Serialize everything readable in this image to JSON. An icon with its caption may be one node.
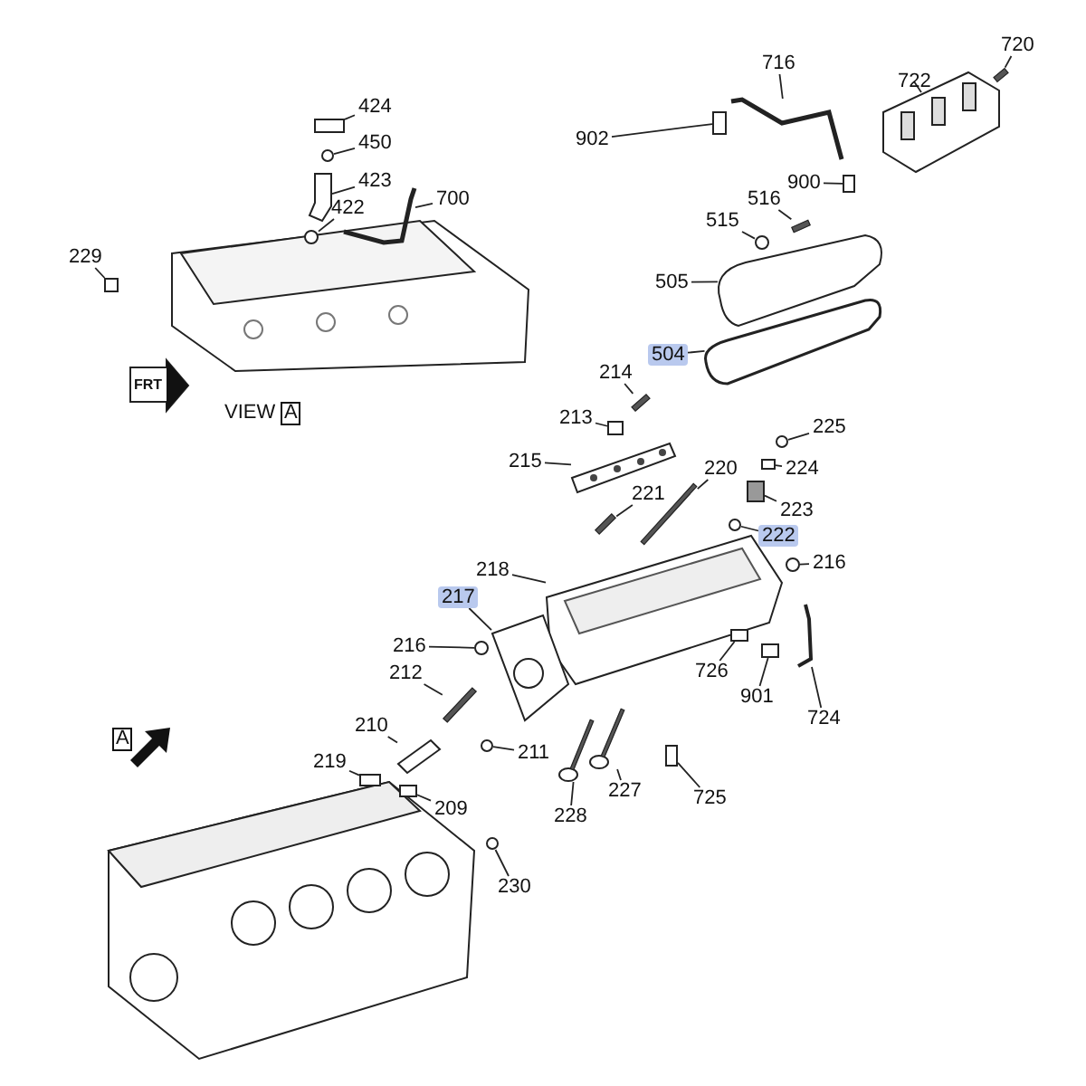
{
  "diagram": {
    "nodes": [
      {
        "text": [
          "424"
        ]
      },
      {
        "text": [
          "450"
        ]
      },
      {
        "text": [
          "423"
        ]
      },
      {
        "text": [
          "422"
        ]
      },
      {
        "text": [
          "700"
        ]
      },
      {
        "text": [
          "229"
        ]
      },
      {
        "text": [
          "716"
        ]
      },
      {
        "text": [
          "720"
        ]
      },
      {
        "text": [
          "722"
        ]
      },
      {
        "text": [
          "902"
        ]
      },
      {
        "text": [
          "900"
        ]
      },
      {
        "text": [
          "516"
        ]
      },
      {
        "text": [
          "515"
        ]
      },
      {
        "text": [
          "505"
        ]
      },
      {
        "text": [
          "504"
        ]
      },
      {
        "text": [
          "214"
        ]
      },
      {
        "text": [
          "213"
        ]
      },
      {
        "text": [
          "225"
        ]
      },
      {
        "text": [
          "215"
        ]
      },
      {
        "text": [
          "220"
        ]
      },
      {
        "text": [
          "224"
        ]
      },
      {
        "text": [
          "221"
        ]
      },
      {
        "text": [
          "223"
        ]
      },
      {
        "text": [
          "222"
        ]
      },
      {
        "text": [
          "218"
        ]
      },
      {
        "text": [
          "216"
        ]
      },
      {
        "text": [
          "217"
        ]
      },
      {
        "text": [
          "216"
        ]
      },
      {
        "text": [
          "726"
        ]
      },
      {
        "text": [
          "901"
        ]
      },
      {
        "text": [
          "724"
        ]
      },
      {
        "text": [
          "212"
        ]
      },
      {
        "text": [
          "210"
        ]
      },
      {
        "text": [
          "211"
        ]
      },
      {
        "text": [
          "219"
        ]
      },
      {
        "text": [
          "209"
        ]
      },
      {
        "text": [
          "227"
        ]
      },
      {
        "text": [
          "228"
        ]
      },
      {
        "text": [
          "725"
        ]
      },
      {
        "text": [
          "230"
        ]
      },
      {
        "text": [],
        "shape": "box"
      },
      {
        "text": [],
        "shape": "circle"
      },
      {
        "text": [],
        "shape": "picture"
      },
      {
        "text": [],
        "shape": "circle"
      },
      {
        "text": [],
        "shape": "picture"
      },
      {
        "text": [],
        "shape": "box"
      },
      {
        "text": [],
        "shape": "picture"
      },
      {
        "text": [],
        "shape": "bar"
      },
      {
        "text": [],
        "shape": "picture"
      },
      {
        "text": [],
        "shape": "box"
      },
      {
        "text": [],
        "shape": "box"
      },
      {
        "text": [],
        "shape": "bar"
      },
      {
        "text": [],
        "shape": "circle"
      },
      {
        "text": [],
        "shape": "picture"
      },
      {
        "text": [],
        "shape": "picture"
      },
      {
        "text": [],
        "shape": "bar"
      },
      {
        "text": [],
        "shape": "box"
      },
      {
        "text": [],
        "shape": "circle"
      },
      {
        "text": [],
        "shape": "picture"
      },
      {
        "text": [],
        "shape": "bar"
      },
      {
        "text": [],
        "shape": "box"
      },
      {
        "text": [],
        "shape": "bar"
      },
      {
        "text": [],
        "shape": "box"
      },
      {
        "text": [],
        "shape": "circle"
      },
      {
        "text": [],
        "shape": "picture"
      },
      {
        "text": [],
        "shape": "circle"
      },
      {
        "text": [],
        "shape": "picture"
      },
      {
        "text": [],
        "shape": "circle"
      },
      {
        "text": [],
        "shape": "box"
      },
      {
        "text": [],
        "shape": "box"
      },
      {
        "text": [],
        "shape": "picture"
      },
      {
        "text": [],
        "shape": "bar"
      },
      {
        "text": [],
        "shape": "picture"
      },
      {
        "text": [],
        "shape": "circle"
      },
      {
        "text": [],
        "shape": "box"
      },
      {
        "text": [],
        "shape": "box"
      },
      {
        "text": [],
        "shape": "picture"
      },
      {
        "text": [],
        "shape": "picture"
      },
      {
        "text": [],
        "shape": "box"
      },
      {
        "text": [],
        "shape": "circle"
      }
    ],
    "edges": [
      {
        "from": 0,
        "to": 40,
        "arrow": "none"
      },
      {
        "from": 1,
        "to": 41,
        "arrow": "none"
      },
      {
        "from": 2,
        "to": 42,
        "arrow": "none"
      },
      {
        "from": 3,
        "to": 43,
        "arrow": "none"
      },
      {
        "from": 4,
        "to": 44,
        "arrow": "none"
      },
      {
        "from": 5,
        "to": 45,
        "arrow": "none"
      },
      {
        "from": 6,
        "to": 46,
        "arrow": "none"
      },
      {
        "from": 7,
        "to": 47,
        "arrow": "none"
      },
      {
        "from": 8,
        "to": 48,
        "arrow": "none"
      },
      {
        "from": 9,
        "to": 49,
        "arrow": "none"
      },
      {
        "from": 10,
        "to": 50,
        "arrow": "none"
      },
      {
        "from": 11,
        "to": 51,
        "arrow": "none"
      },
      {
        "from": 12,
        "to": 52,
        "arrow": "none"
      },
      {
        "from": 13,
        "to": 53,
        "arrow": "none"
      },
      {
        "from": 14,
        "to": 54,
        "arrow": "none"
      },
      {
        "from": 15,
        "to": 55,
        "arrow": "none"
      },
      {
        "from": 16,
        "to": 56,
        "arrow": "none"
      },
      {
        "from": 17,
        "to": 57,
        "arrow": "none"
      },
      {
        "from": 18,
        "to": 58,
        "arrow": "none"
      },
      {
        "from": 19,
        "to": 59,
        "arrow": "none"
      },
      {
        "from": 20,
        "to": 60,
        "arrow": "none"
      },
      {
        "from": 21,
        "to": 61,
        "arrow": "none"
      },
      {
        "from": 22,
        "to": 62,
        "arrow": "none"
      },
      {
        "from": 23,
        "to": 63,
        "arrow": "none"
      },
      {
        "from": 24,
        "to": 64,
        "arrow": "none"
      },
      {
        "from": 25,
        "to": 65,
        "arrow": "none"
      },
      {
        "from": 26,
        "to": 66,
        "arrow": "none"
      },
      {
        "from": 27,
        "to": 67,
        "arrow": "none"
      },
      {
        "from": 28,
        "to": 68,
        "arrow": "none"
      },
      {
        "from": 29,
        "to": 69,
        "arrow": "none"
      },
      {
        "from": 30,
        "to": 70,
        "arrow": "none"
      },
      {
        "from": 31,
        "to": 71,
        "arrow": "none"
      },
      {
        "from": 32,
        "to": 72,
        "arrow": "none"
      },
      {
        "from": 33,
        "to": 73,
        "arrow": "none"
      },
      {
        "from": 34,
        "to": 74,
        "arrow": "none"
      },
      {
        "from": 35,
        "to": 75,
        "arrow": "none"
      },
      {
        "from": 36,
        "to": 76,
        "arrow": "none"
      },
      {
        "from": 37,
        "to": 77,
        "arrow": "none"
      },
      {
        "from": 38,
        "to": 78,
        "arrow": "none"
      },
      {
        "from": 39,
        "to": 79,
        "arrow": "none"
      }
    ],
    "labels": [
      "FRT",
      "VIEW",
      "A",
      "A"
    ]
  }
}
